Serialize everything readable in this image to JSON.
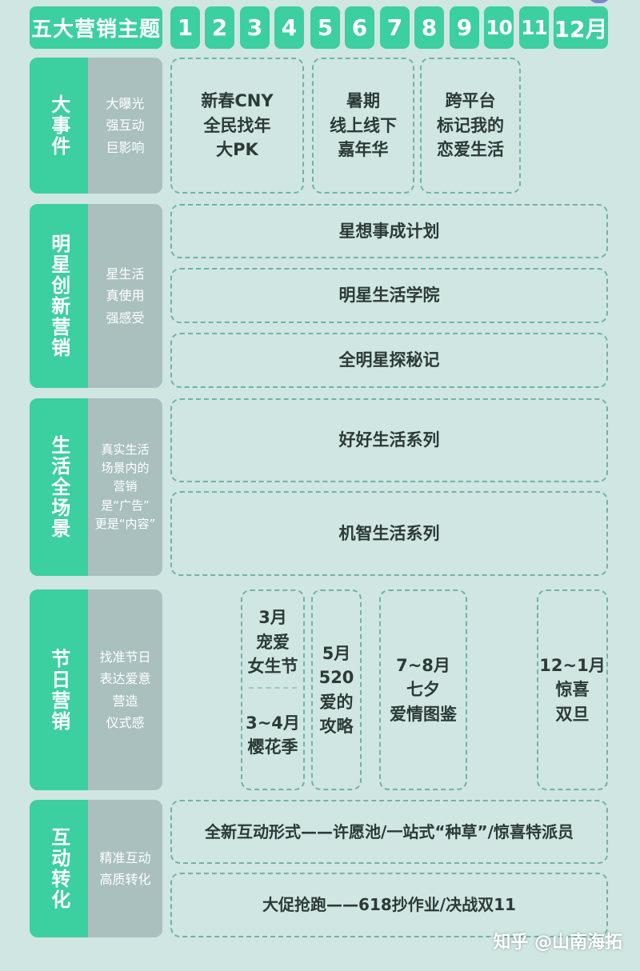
{
  "header": {
    "title": "五大营销主题",
    "months": [
      "1",
      "2",
      "3",
      "4",
      "5",
      "6",
      "7",
      "8",
      "9",
      "10",
      "11",
      "12月"
    ]
  },
  "colors": {
    "accent_green": "#3ccf9f",
    "label_gray": "#a9c0bf",
    "background": "#cfe6e3",
    "dashed_border": "#6fb5a4",
    "text_dark": "#2d3a36"
  },
  "rows": [
    {
      "theme": "大事件",
      "description": "大曝光\n强互动\n巨影响",
      "items": [
        {
          "text": "新春CNY\n全民找年\n大PK",
          "months": "1-3"
        },
        {
          "text": "暑期\n线上线下\n嘉年华",
          "months": "5-7"
        },
        {
          "text": "跨平台\n标记我的\n恋爱生活",
          "months": "8-10"
        }
      ]
    },
    {
      "theme": "明星创新营销",
      "description": "星生活\n真使用\n强感受",
      "items": [
        {
          "text": "星想事成计划",
          "months": "1-12"
        },
        {
          "text": "明星生活学院",
          "months": "1-12"
        },
        {
          "text": "全明星探秘记",
          "months": "1-12"
        }
      ]
    },
    {
      "theme": "生活全场景",
      "description": "真实生活\n场景内的\n营销\n是“广告”\n更是“内容”",
      "items": [
        {
          "text": "好好生活系列",
          "months": "1-12"
        },
        {
          "text": "机智生活系列",
          "months": "1-12"
        }
      ]
    },
    {
      "theme": "节日营销",
      "description": "找准节日\n表达爱意\n营造\n仪式感",
      "items": [
        {
          "text": "3月\n宠爱\n女生节",
          "months": "3"
        },
        {
          "text": "3~4月\n樱花季",
          "months": "3-4"
        },
        {
          "text": "5月\n520\n爱的\n攻略",
          "months": "5"
        },
        {
          "text": "7~8月\n七夕\n爱情图鉴",
          "months": "7-8"
        },
        {
          "text": "12~1月\n惊喜\n双旦",
          "months": "12-1"
        }
      ]
    },
    {
      "theme": "互动转化",
      "description": "精准互动\n高质转化",
      "items": [
        {
          "text": "全新互动形式——许愿池/一站式“种草”/惊喜特派员",
          "months": "1-12"
        },
        {
          "text": "大促抢跑——618抄作业/决战双11",
          "months": "1-12"
        }
      ]
    }
  ],
  "watermark": "知乎 @山南海拓"
}
